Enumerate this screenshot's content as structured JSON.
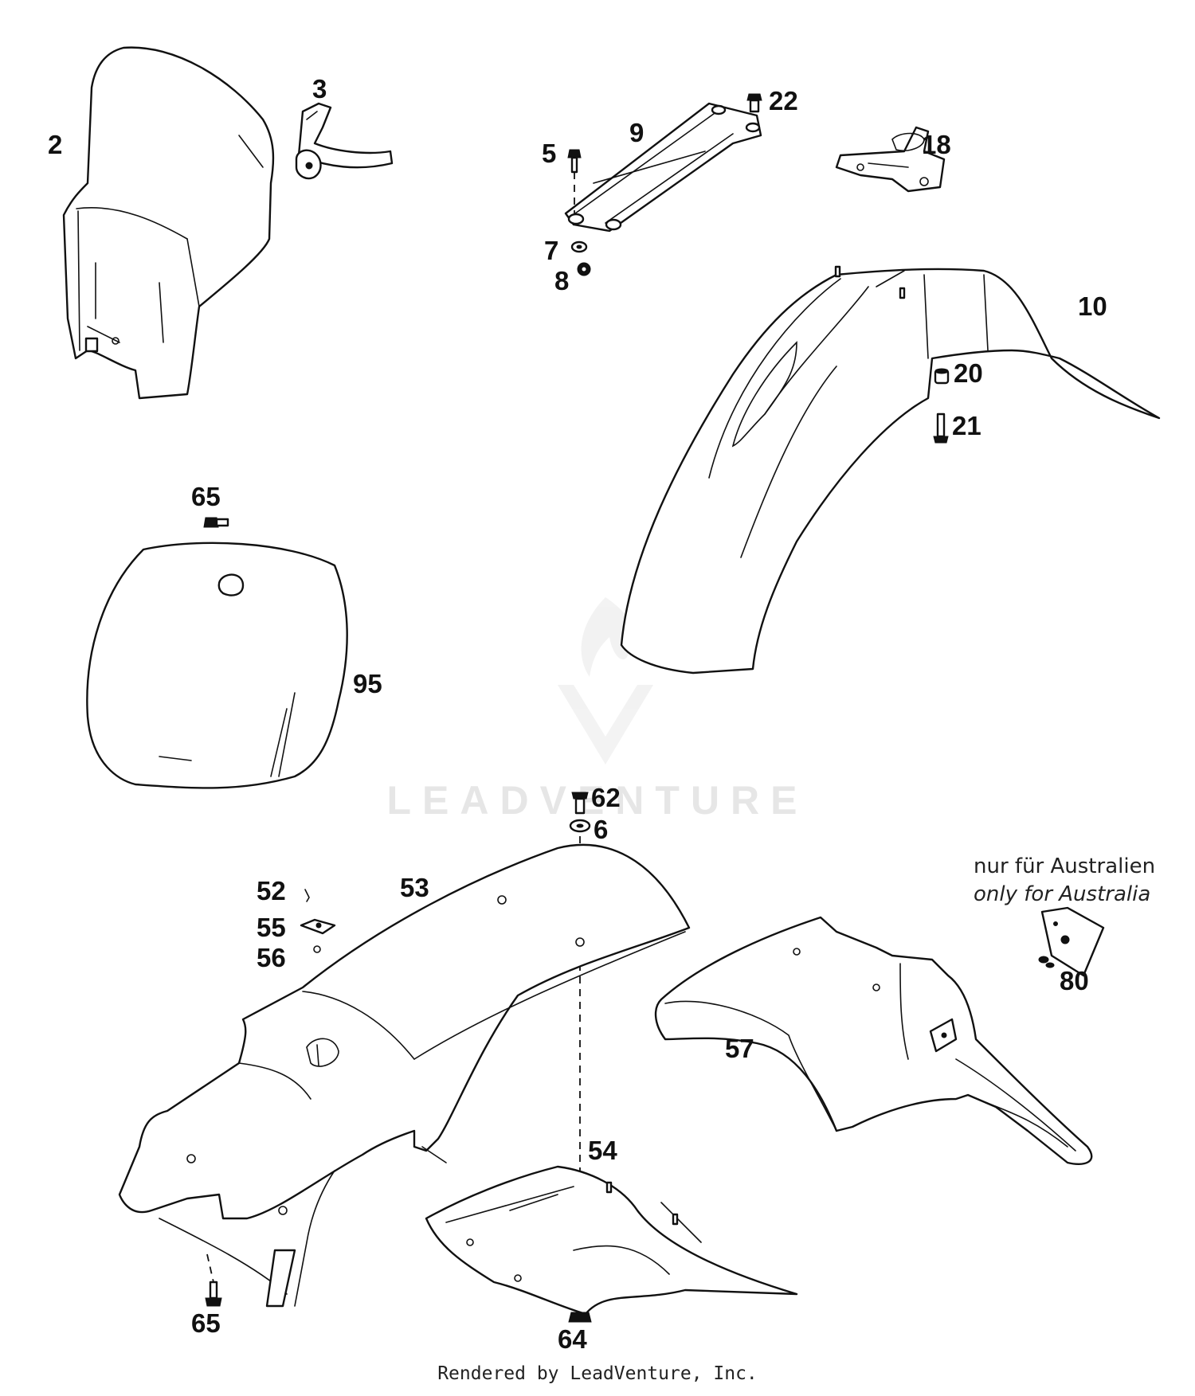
{
  "callouts": {
    "c2": "2",
    "c3": "3",
    "c5": "5",
    "c6": "6",
    "c7": "7",
    "c8": "8",
    "c9": "9",
    "c10": "10",
    "c18": "18",
    "c20": "20",
    "c21": "21",
    "c22": "22",
    "c52": "52",
    "c53": "53",
    "c54": "54",
    "c55": "55",
    "c56": "56",
    "c57": "57",
    "c62": "62",
    "c64": "64",
    "c65a": "65",
    "c65b": "65",
    "c80": "80",
    "c95": "95"
  },
  "note": {
    "line1": "nur für Australien",
    "line2": "only for Australia"
  },
  "watermark": "LEADVENTURE",
  "footer": "Rendered by LeadVenture, Inc."
}
